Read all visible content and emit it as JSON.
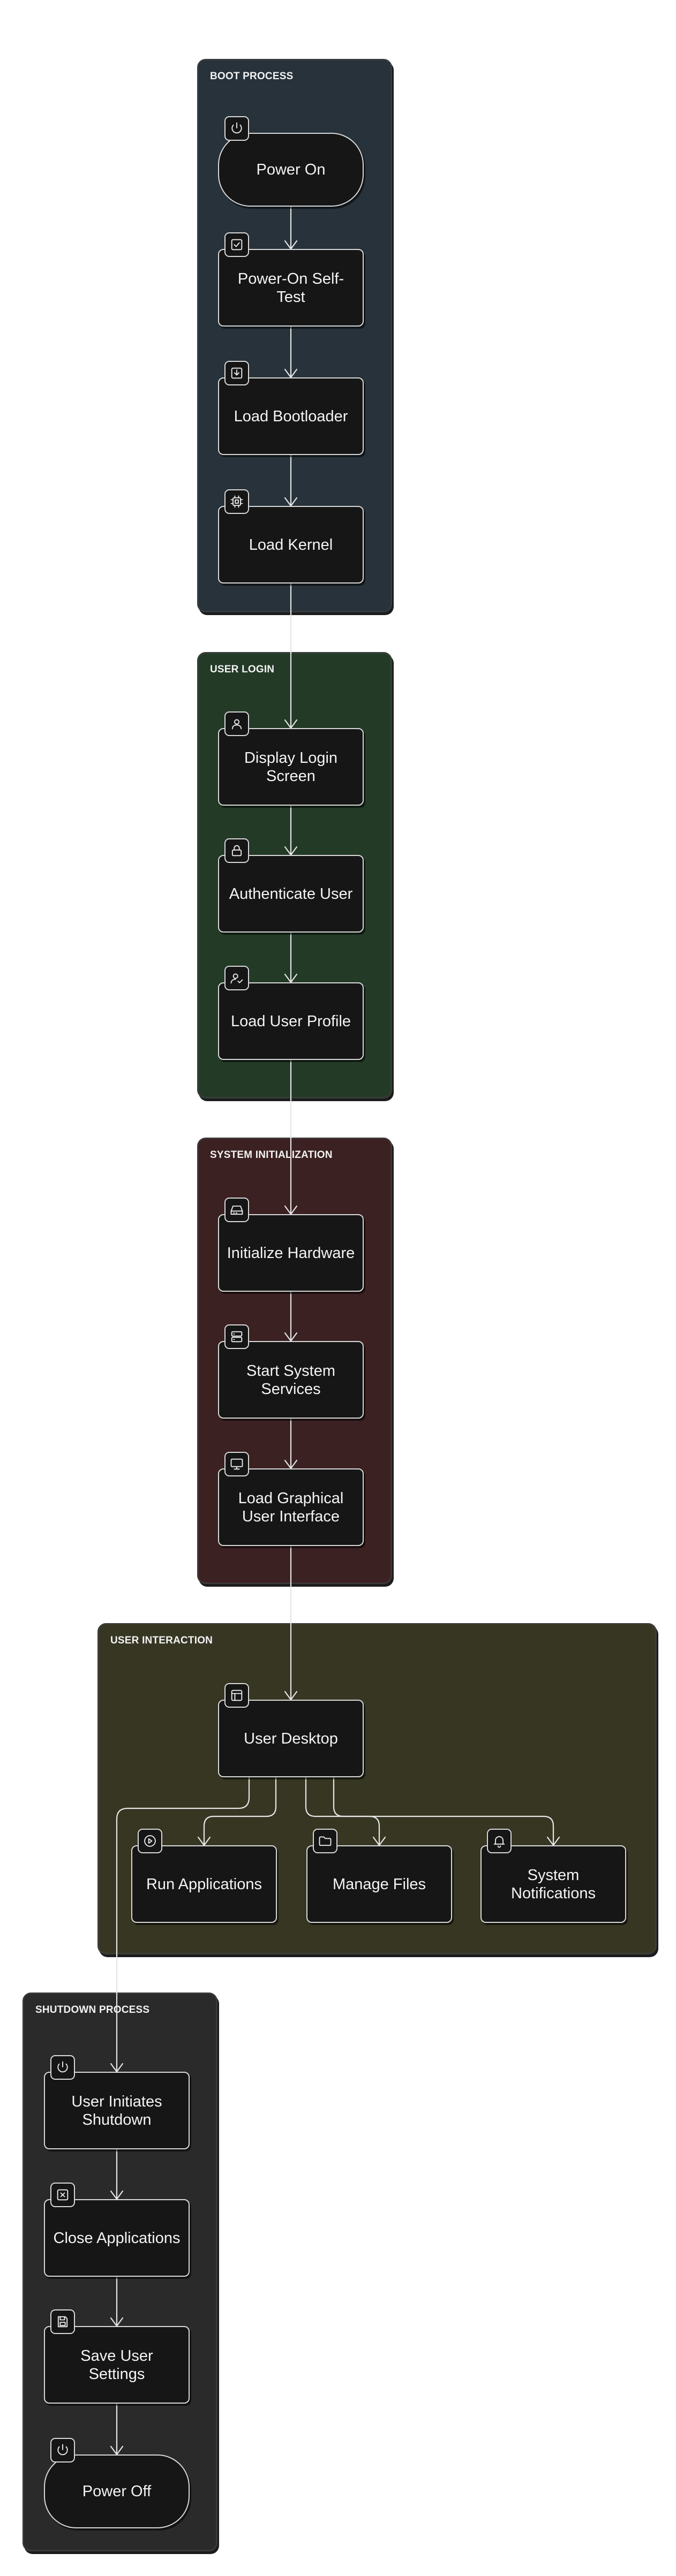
{
  "groups": [
    {
      "id": "boot",
      "title": "BOOT PROCESS",
      "color": "#27323a"
    },
    {
      "id": "login",
      "title": "USER LOGIN",
      "color": "#233a27"
    },
    {
      "id": "init",
      "title": "SYSTEM INITIALIZATION",
      "color": "#3b2122"
    },
    {
      "id": "interaction",
      "title": "USER INTERACTION",
      "color": "#363623"
    },
    {
      "id": "shutdown",
      "title": "SHUTDOWN PROCESS",
      "color": "#2a2a2a"
    }
  ],
  "nodes": [
    {
      "id": "power_on",
      "label": "Power On",
      "icon": "power-icon",
      "shape": "pill"
    },
    {
      "id": "post",
      "label": "Power-On Self-Test",
      "icon": "checkbox-icon",
      "shape": "rect"
    },
    {
      "id": "load_bootloader",
      "label": "Load Bootloader",
      "icon": "download-icon",
      "shape": "rect"
    },
    {
      "id": "load_kernel",
      "label": "Load Kernel",
      "icon": "cpu-icon",
      "shape": "rect"
    },
    {
      "id": "display_login",
      "label": "Display Login Screen",
      "icon": "user-icon",
      "shape": "rect"
    },
    {
      "id": "authenticate",
      "label": "Authenticate User",
      "icon": "lock-icon",
      "shape": "rect"
    },
    {
      "id": "load_profile",
      "label": "Load User Profile",
      "icon": "user-check-icon",
      "shape": "rect"
    },
    {
      "id": "init_hw",
      "label": "Initialize Hardware",
      "icon": "hard-drive-icon",
      "shape": "rect"
    },
    {
      "id": "start_services",
      "label": "Start System Services",
      "icon": "server-icon",
      "shape": "rect"
    },
    {
      "id": "load_gui",
      "label": "Load Graphical User Interface",
      "icon": "monitor-icon",
      "shape": "rect"
    },
    {
      "id": "desktop",
      "label": "User Desktop",
      "icon": "layout-icon",
      "shape": "rect"
    },
    {
      "id": "run_apps",
      "label": "Run Applications",
      "icon": "play-icon",
      "shape": "rect"
    },
    {
      "id": "manage_files",
      "label": "Manage Files",
      "icon": "folder-icon",
      "shape": "rect"
    },
    {
      "id": "notifications",
      "label": "System Notifications",
      "icon": "bell-icon",
      "shape": "rect"
    },
    {
      "id": "initiate_shutdown",
      "label": "User Initiates Shutdown",
      "icon": "power-icon",
      "shape": "rect"
    },
    {
      "id": "close_apps",
      "label": "Close Applications",
      "icon": "close-box-icon",
      "shape": "rect"
    },
    {
      "id": "save_settings",
      "label": "Save User Settings",
      "icon": "save-icon",
      "shape": "rect"
    },
    {
      "id": "power_off",
      "label": "Power Off",
      "icon": "power-icon",
      "shape": "pill"
    }
  ],
  "edges": [
    [
      "power_on",
      "post"
    ],
    [
      "post",
      "load_bootloader"
    ],
    [
      "load_bootloader",
      "load_kernel"
    ],
    [
      "load_kernel",
      "display_login"
    ],
    [
      "display_login",
      "authenticate"
    ],
    [
      "authenticate",
      "load_profile"
    ],
    [
      "load_profile",
      "init_hw"
    ],
    [
      "init_hw",
      "start_services"
    ],
    [
      "start_services",
      "load_gui"
    ],
    [
      "load_gui",
      "desktop"
    ],
    [
      "desktop",
      "run_apps"
    ],
    [
      "desktop",
      "manage_files"
    ],
    [
      "desktop",
      "notifications"
    ],
    [
      "desktop",
      "initiate_shutdown"
    ],
    [
      "initiate_shutdown",
      "close_apps"
    ],
    [
      "close_apps",
      "save_settings"
    ],
    [
      "save_settings",
      "power_off"
    ]
  ],
  "colors": {
    "edge": "#e6e6e6",
    "node_fill": "#161616",
    "node_border": "#d8d8d8"
  }
}
